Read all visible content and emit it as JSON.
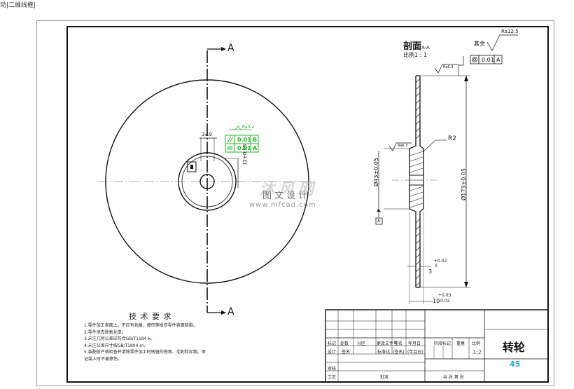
{
  "caption": "动|二维线框|",
  "section": {
    "title": "剖面",
    "title_suffix": "A-A",
    "scale": "比例1 : 1"
  },
  "roughness": {
    "other": "其余",
    "ra_general": "Ra12.5",
    "ra_face": "Ra6.3",
    "ra_hub": "Ra6.3",
    "ra_front": "Ra3.2"
  },
  "labels": {
    "arrow_top": "A",
    "arrow_bottom": "A",
    "datum": "A",
    "radius": "R2",
    "runout_tol": "0.01",
    "runout_datum": "A",
    "parallel_tol": "0.01",
    "parallel_datum": "B",
    "sym_tol": "0.01",
    "sym_datum": "A",
    "keyway_width": "3±9",
    "keyway_depth": "12±0.05",
    "bore_dia": "Ø43±0.05",
    "outer_dia": "Ø173±0.05",
    "hub_width": "3",
    "hub_tol_upper": "+0.02",
    "hub_tol_lower": "0",
    "face_width": "10",
    "face_tol_upper": "+0.03",
    "face_tol_lower": "-0.02"
  },
  "technical": {
    "title": "技 术 要 求",
    "items": [
      "1.零件加工表面上，不应有划痕、擦伤等损伤零件表面缺陷。",
      "2.零件须去除氧化皮。",
      "3.未注几何公差应符合GB/T1184-k。",
      "4.未注公差尺寸按GB/T1804-m。",
      "5.装配前严格检查并清除零件加工时残留的锐角、毛刺和异物。保",
      "   证装入时不被擦伤。"
    ]
  },
  "title_block": {
    "row1": [
      "标记",
      "处数",
      "分区",
      "更改文件号",
      "签名",
      "年月日"
    ],
    "row2": [
      "设计",
      "签名",
      "标准化",
      "(签名)",
      "(年月日)"
    ],
    "stage": "阶段标记",
    "weight": "重量",
    "scale_label": "比例",
    "scale_value": "1:2",
    "review": "审核",
    "process": "工艺",
    "approve": "批准",
    "sheets": "共 张  第 张",
    "part_name": "转轮",
    "material": "45"
  },
  "watermark": {
    "logo": "沐风网",
    "text": "图文设计",
    "url": "www.mfcad.com"
  }
}
